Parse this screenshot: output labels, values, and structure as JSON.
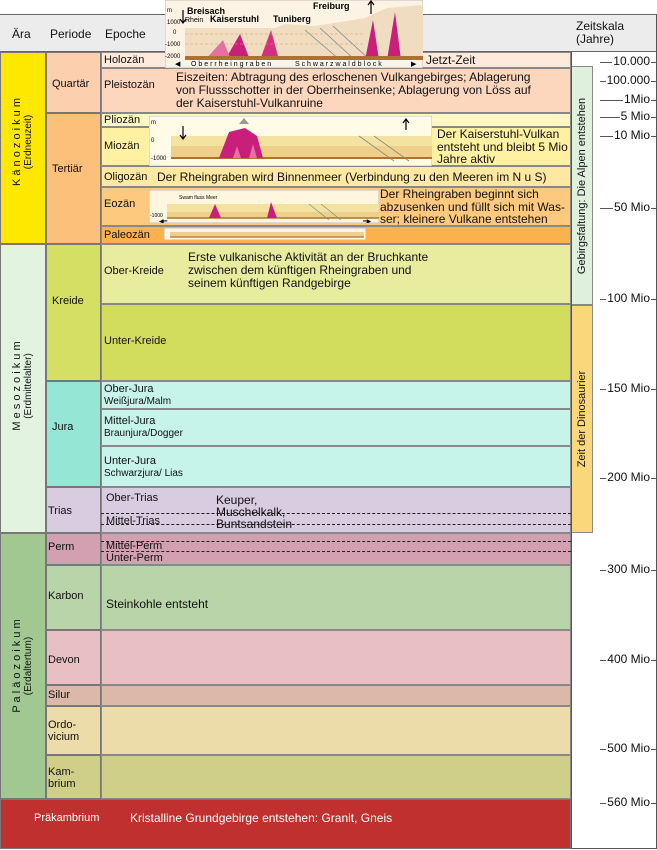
{
  "header": {
    "aera": "Ära",
    "periode": "Periode",
    "epoche": "Epoche",
    "zeitskala": "Zeitskala\n(Jahre)"
  },
  "eras": [
    {
      "name": "K ä n o z o i k u m",
      "sub": "(Erdneuzeit)",
      "color": "#ffe800"
    },
    {
      "name": "M e s o z o i k u m",
      "sub": "(Erdmittelalter)",
      "color": "#e2f4e0"
    },
    {
      "name": "P a l ä o z o i k u m",
      "sub": "(Erdaltertum)",
      "color": "#a0c890"
    }
  ],
  "periods": {
    "quartaer": "Quartär",
    "tertiaer": "Tertiär",
    "kreide": "Kreide",
    "jura": "Jura",
    "trias": "Trias",
    "perm": "Perm",
    "karbon": "Karbon",
    "devon": "Devon",
    "silur": "Silur",
    "ordovicium": "Ordo-\nvicium",
    "kambrium": "Kam-\nbrium"
  },
  "epochs": {
    "holozaen": "Holozän",
    "pleistozaen": "Pleistozän",
    "pliozaen": "Pliozän",
    "miozaen": "Miozän",
    "oligozaen": "Oligozän",
    "eozaen": "Eozän",
    "paleozaen": "Paleozän",
    "ober_kreide": "Ober-Kreide",
    "unter_kreide": "Unter-Kreide",
    "ober_jura": "Ober-Jura",
    "ober_jura_sub": "Weißjura/Malm",
    "mittel_jura": "Mittel-Jura",
    "mittel_jura_sub": "Braunjura/Dogger",
    "unter_jura": "Unter-Jura",
    "unter_jura_sub": "Schwarzjura/ Lias",
    "ober_trias": "Ober-Trias",
    "mittel_trias": "Mittel-Trias",
    "mittel_perm": "Mittel-Perm",
    "unter_perm": "Unter-Perm",
    "praekambrium": "Präkambrium"
  },
  "notes": {
    "jetzt": "Jetzt-Zeit",
    "pleistozaen": "Eiszeiten: Abtragung des erloschenen Vulkangebirges; Ablagerung\nvon Flussschotter in der Oberrheinsenke; Ablagerung von Löss auf\nder Kaiserstuhl-Vulkanruine",
    "miozaen": "Der Kaiserstuhl-Vulkan\nentsteht und bleibt 5 Mio\nJahre aktiv",
    "oligozaen": "Der Rheingraben wird Binnenmeer (Verbindung zu den Meeren im N u S)",
    "eozaen": "Der Rheingraben beginnt sich\nabzusenken und füllt sich mit Was-\nser; kleinere Vulkane entstehen",
    "kreide": "Erste vulkanische Aktivität an der Bruchkante\nzwischen dem künftigen Rheingraben und\nseinem künftigen Randgebirge",
    "trias": "Keuper,\nMuschelkalk,\nBuntsandstein",
    "karbon": "Steinkohle entsteht",
    "praekambrium": "Kristalline Grundgebirge entstehen: Granit, Gneis"
  },
  "sketch_labels": {
    "breisach": "Breisach",
    "rhein": "Rhein",
    "kaiserstuhl": "Kaiserstuhl",
    "tuniberg": "Tuniberg",
    "freiburg": "Freiburg",
    "oberrheingraben": "O b e r r h e i n g r a b e n",
    "schwarzwaldblock": "S c h w a r z w a l d b l o c k",
    "m": "m",
    "y1000": "1000",
    "y0": "0",
    "ym1000": "-1000",
    "ym2000": "-2000",
    "eozaen_small": "Swam fluss  Meer"
  },
  "bands": {
    "alpen": "Gebirgsfaltung: Die Alpen entstehen",
    "dinosaurier": "Zeit der Dinosaurier"
  },
  "scale": [
    "10.000",
    "100.000",
    "1Mio",
    "5 Mio",
    "10 Mio",
    "50 Mio",
    "100 Mio",
    "150 Mio",
    "200 Mio",
    "300 Mio",
    "400 Mio",
    "500 Mio",
    "560 Mio"
  ],
  "colors": {
    "quartaer": "#fccfae",
    "tertiaer": "#fdc07a",
    "holozaen": "#feeadb",
    "pleistozaen": "#fcd7be",
    "pliozaen": "#fff6c4",
    "miozaen": "#fff1a2",
    "oligozaen": "#fee8a2",
    "eozaen": "#fdc97e",
    "paleozaen": "#fbb24c",
    "kreide": "#d4e064",
    "ober_kreide": "#e8ec9e",
    "unter_kreide": "#d2dd5e",
    "jura": "#96e6d6",
    "jura_epochs": "#c6f3ea",
    "trias": "#d8cce0",
    "perm": "#d2a0b0",
    "karbon": "#b8d4a8",
    "devon": "#e8c0c4",
    "silur": "#dcb8a8",
    "ordovicium": "#ebdcaa",
    "kambrium": "#cfcf8a",
    "praekambrium": "#c0302e",
    "alpen": "#dff0dc",
    "dino": "#fad77a"
  }
}
